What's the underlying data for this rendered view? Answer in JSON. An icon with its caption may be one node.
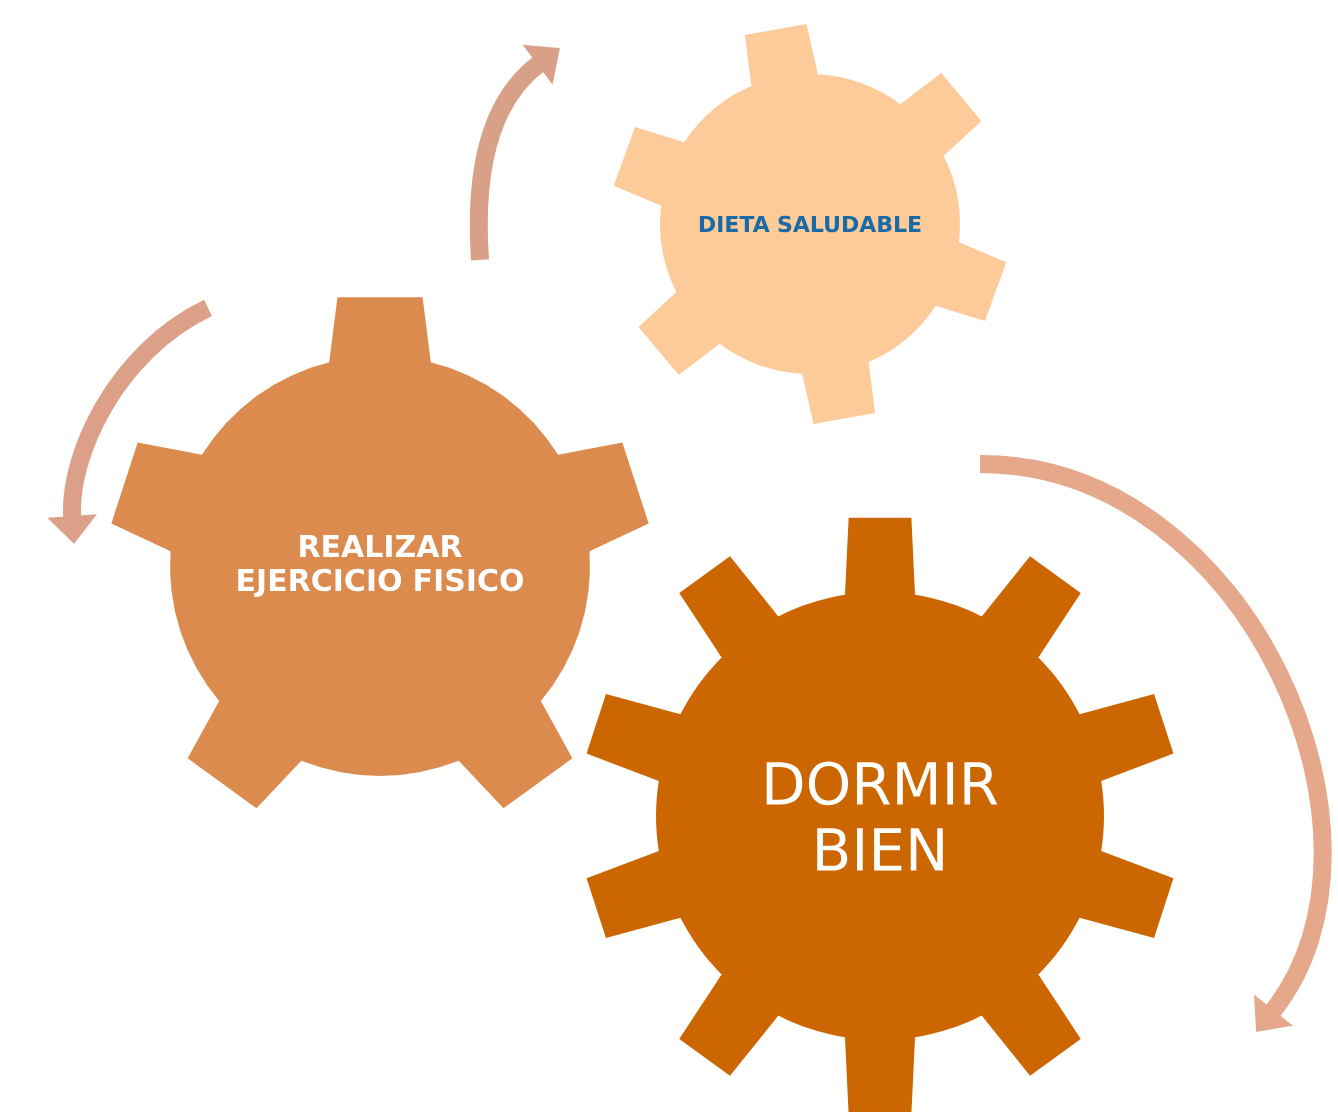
{
  "diagram": {
    "nodes": [
      {
        "text": [
          "DIETA SALUDABLE"
        ]
      },
      {
        "text": [
          "REALIZAR EJERCICIO FISICO"
        ]
      },
      {
        "text": [
          "DORMIR BIEN"
        ]
      }
    ]
  }
}
